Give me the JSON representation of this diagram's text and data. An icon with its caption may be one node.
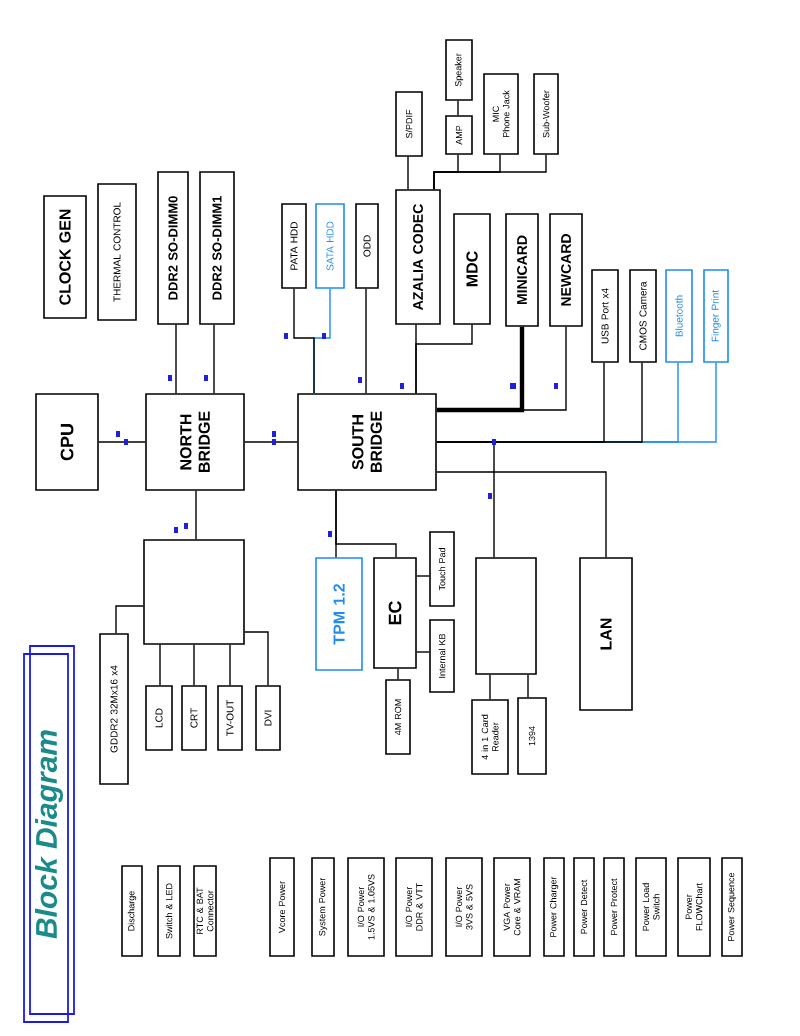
{
  "diagram": {
    "title": "Block Diagram",
    "nodes": [
      {
        "text": [
          "CLOCK GEN"
        ]
      },
      {
        "text": [
          "THERMAL CONTROL"
        ]
      },
      {
        "text": [
          "DDR2 SO-DIMM0"
        ]
      },
      {
        "text": [
          "DDR2 SO-DIMM1"
        ]
      },
      {
        "text": [
          "CPU"
        ]
      },
      {
        "text": [
          "NORTH BRIDGE"
        ]
      },
      {
        "text": [],
        "shape": "box"
      },
      {
        "text": [
          "GDDR2 32Mx16 x4"
        ]
      },
      {
        "text": [
          "LCD"
        ]
      },
      {
        "text": [
          "CRT"
        ]
      },
      {
        "text": [
          "TV-OUT"
        ]
      },
      {
        "text": [
          "DVI"
        ]
      },
      {
        "text": [
          "PATA HDD"
        ]
      },
      {
        "text": [
          "SATA HDD"
        ]
      },
      {
        "text": [
          "ODD"
        ]
      },
      {
        "text": [
          "S/PDIF"
        ]
      },
      {
        "text": [
          "AZALIA CODEC"
        ]
      },
      {
        "text": [
          "MDC"
        ]
      },
      {
        "text": [
          "AMP"
        ]
      },
      {
        "text": [
          "Speaker"
        ]
      },
      {
        "text": [
          "MIC",
          "Phone Jack"
        ]
      },
      {
        "text": [
          "Sub-Woofer"
        ]
      },
      {
        "text": [
          "MINICARD"
        ]
      },
      {
        "text": [
          "NEWCARD"
        ]
      },
      {
        "text": [
          "SOUTH BRIDGE"
        ]
      },
      {
        "text": [
          "USB Port x4"
        ]
      },
      {
        "text": [
          "CMOS Camera"
        ]
      },
      {
        "text": [
          "Bluetooth"
        ]
      },
      {
        "text": [
          "Finger Print"
        ]
      },
      {
        "text": [
          "TPM 1.2"
        ]
      },
      {
        "text": [
          "EC"
        ]
      },
      {
        "text": [
          "Touch Pad"
        ]
      },
      {
        "text": [
          "Internal KB"
        ]
      },
      {
        "text": [
          "4M ROM"
        ]
      },
      {
        "text": [],
        "shape": "box"
      },
      {
        "text": [
          "4 in 1 Card Reader"
        ]
      },
      {
        "text": [
          "1394"
        ]
      },
      {
        "text": [
          "LAN"
        ]
      },
      {
        "text": [
          "Discharge"
        ]
      },
      {
        "text": [
          "Switch & LED"
        ]
      },
      {
        "text": [
          "RTC & BAT Connector"
        ]
      },
      {
        "text": [
          "Vcore Power"
        ]
      },
      {
        "text": [
          "System Power"
        ]
      },
      {
        "text": [
          "I/O Power 1.5VS & 1.05VS"
        ]
      },
      {
        "text": [
          "I/O Power DDR & VTT"
        ]
      },
      {
        "text": [
          "I/O Power 3VS & 5VS"
        ]
      },
      {
        "text": [
          "VGA Power Core & VRAM"
        ]
      },
      {
        "text": [
          "Power Charger"
        ]
      },
      {
        "text": [
          "Power Detect"
        ]
      },
      {
        "text": [
          "Power Protect"
        ]
      },
      {
        "text": [
          "Power Load Switch"
        ]
      },
      {
        "text": [
          "Power FLOWChart"
        ]
      },
      {
        "text": [
          "Power Sequence"
        ]
      }
    ],
    "edges": [
      {
        "from": 5,
        "to": 4,
        "arrow": "none"
      },
      {
        "from": 5,
        "to": 2,
        "arrow": "none"
      },
      {
        "from": 5,
        "to": 3,
        "arrow": "none"
      },
      {
        "from": 5,
        "to": 24,
        "arrow": "none"
      },
      {
        "from": 5,
        "to": 6,
        "arrow": "none"
      },
      {
        "from": 6,
        "to": 7,
        "arrow": "none"
      },
      {
        "from": 6,
        "to": 8,
        "arrow": "none"
      },
      {
        "from": 6,
        "to": 9,
        "arrow": "none"
      },
      {
        "from": 6,
        "to": 10,
        "arrow": "none"
      },
      {
        "from": 6,
        "to": 11,
        "arrow": "none"
      },
      {
        "from": 24,
        "to": 12,
        "arrow": "none"
      },
      {
        "from": 24,
        "to": 13,
        "arrow": "none",
        "color": "#1e8cf0"
      },
      {
        "from": 24,
        "to": 14,
        "arrow": "none"
      },
      {
        "from": 24,
        "to": 16,
        "arrow": "none"
      },
      {
        "from": 24,
        "to": 17,
        "arrow": "none"
      },
      {
        "from": 16,
        "to": 15,
        "arrow": "none"
      },
      {
        "from": 16,
        "to": 18,
        "arrow": "none"
      },
      {
        "from": 16,
        "to": 20,
        "arrow": "none"
      },
      {
        "from": 16,
        "to": 21,
        "arrow": "none"
      },
      {
        "from": 18,
        "to": 19,
        "arrow": "none"
      },
      {
        "from": 24,
        "to": 22,
        "arrow": "none",
        "style": "thick"
      },
      {
        "from": 24,
        "to": 23,
        "arrow": "none"
      },
      {
        "from": 24,
        "to": 25,
        "arrow": "none"
      },
      {
        "from": 24,
        "to": 26,
        "arrow": "none"
      },
      {
        "from": 24,
        "to": 27,
        "arrow": "none",
        "color": "#1e8cf0"
      },
      {
        "from": 24,
        "to": 28,
        "arrow": "none",
        "color": "#1e8cf0"
      },
      {
        "from": 24,
        "to": 34,
        "arrow": "none"
      },
      {
        "from": 24,
        "to": 37,
        "arrow": "none"
      },
      {
        "from": 24,
        "to": 29,
        "arrow": "none"
      },
      {
        "from": 24,
        "to": 30,
        "arrow": "none"
      },
      {
        "from": 30,
        "to": 31,
        "arrow": "none"
      },
      {
        "from": 30,
        "to": 32,
        "arrow": "none"
      },
      {
        "from": 30,
        "to": 33,
        "arrow": "none"
      },
      {
        "from": 34,
        "to": 35,
        "arrow": "none"
      },
      {
        "from": 34,
        "to": 36,
        "arrow": "none"
      }
    ]
  }
}
